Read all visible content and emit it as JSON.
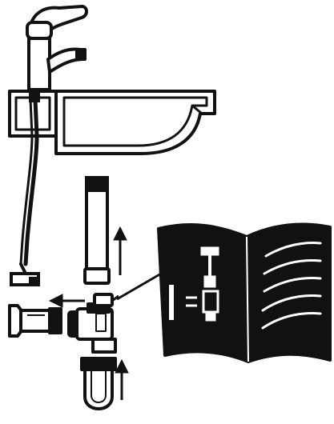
{
  "diagram": {
    "parts": [
      {
        "id": "faucet",
        "icon": "mixer-tap-icon"
      },
      {
        "id": "washbasin",
        "icon": "washbasin-icon"
      },
      {
        "id": "drain-rod",
        "icon": "pop-up-rod-icon"
      },
      {
        "id": "waste-pipe",
        "icon": "tailpiece-pipe-icon"
      },
      {
        "id": "waste-connector",
        "icon": "plug-connector-icon"
      },
      {
        "id": "trap-body",
        "icon": "trap-body-icon"
      },
      {
        "id": "wall-connector",
        "icon": "wall-outlet-icon"
      },
      {
        "id": "u-bend",
        "icon": "u-bend-icon"
      },
      {
        "id": "instruction-booklet",
        "icon": "open-booklet-icon"
      }
    ],
    "arrows": [
      {
        "id": "arrow-up-pipe",
        "direction": "up"
      },
      {
        "id": "arrow-left-wall",
        "direction": "left"
      },
      {
        "id": "arrow-up-ubend",
        "direction": "up"
      }
    ],
    "colors": {
      "ink": "#111111",
      "paper": "#ffffff"
    }
  }
}
